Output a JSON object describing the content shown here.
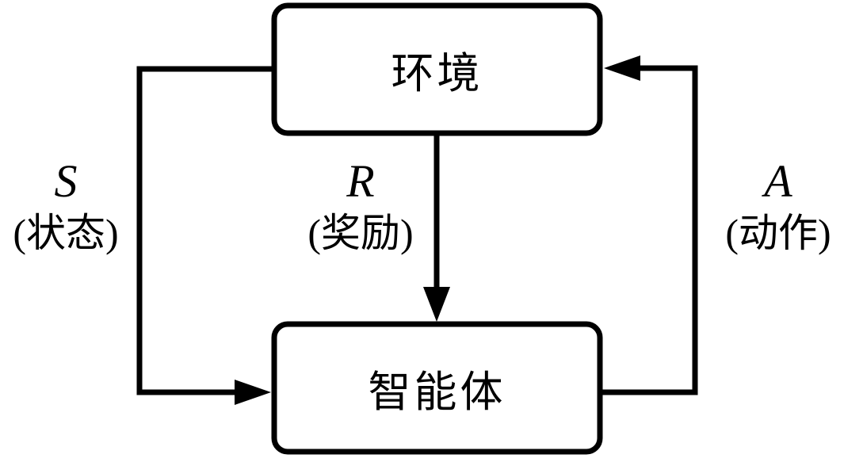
{
  "diagram": {
    "background_color": "#ffffff",
    "line_color": "#000000",
    "nodes": {
      "environment": {
        "label": "环境"
      },
      "agent": {
        "label": "智能体"
      }
    },
    "edges": {
      "state": {
        "symbol": "S",
        "caption": "(状态)",
        "from": "environment",
        "to": "agent"
      },
      "reward": {
        "symbol": "R",
        "caption": "(奖励)",
        "from": "environment",
        "to": "agent"
      },
      "action": {
        "symbol": "A",
        "caption": "(动作)",
        "from": "agent",
        "to": "environment"
      }
    }
  }
}
